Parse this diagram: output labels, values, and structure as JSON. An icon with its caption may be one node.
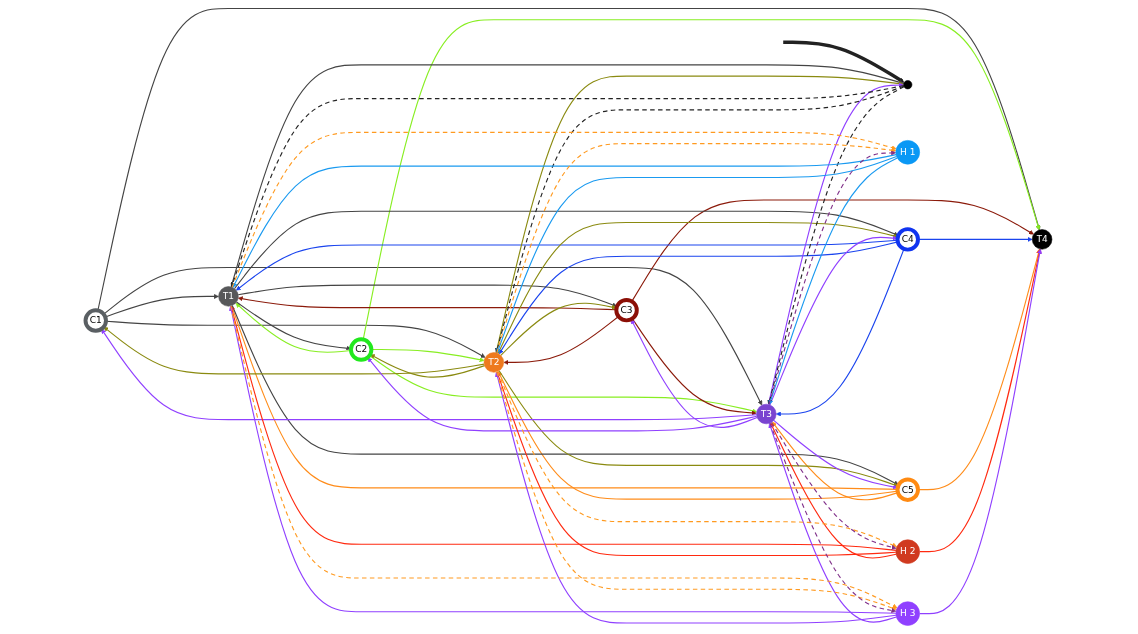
{
  "diagram": {
    "nodes": [
      {
        "text": [
          "C1"
        ]
      },
      {
        "text": [
          "C2"
        ]
      },
      {
        "text": [
          "C3"
        ]
      },
      {
        "text": [
          "C4"
        ]
      },
      {
        "text": [
          "C5"
        ]
      },
      {
        "text": [],
        "shape": "circle"
      },
      {
        "text": [
          "T1"
        ]
      },
      {
        "text": [
          "T2"
        ]
      },
      {
        "text": [
          "T3"
        ]
      },
      {
        "text": [
          "T4"
        ]
      },
      {
        "text": [
          "H 1"
        ]
      },
      {
        "text": [
          "H 2"
        ]
      },
      {
        "text": [
          "H 3"
        ]
      }
    ],
    "edges": [
      {
        "from": null,
        "to": 5,
        "arrow": "to",
        "style": "thick",
        "color": "#222222"
      },
      {
        "from": 0,
        "to": 6,
        "arrow": "to",
        "color": "#444444"
      },
      {
        "from": 0,
        "to": 7,
        "arrow": "to",
        "color": "#444444"
      },
      {
        "from": 0,
        "to": 8,
        "arrow": "to",
        "color": "#444444"
      },
      {
        "from": 0,
        "to": 9,
        "arrow": "to",
        "color": "#444444"
      },
      {
        "from": 1,
        "to": 6,
        "arrow": "to",
        "color": "#88ee22"
      },
      {
        "from": 1,
        "to": 7,
        "arrow": "to",
        "color": "#88ee22"
      },
      {
        "from": 1,
        "to": 8,
        "arrow": "to",
        "color": "#88ee22"
      },
      {
        "from": 1,
        "to": 9,
        "arrow": "to",
        "color": "#88ee22"
      },
      {
        "from": 2,
        "to": 6,
        "arrow": "to",
        "color": "#8b1a0a"
      },
      {
        "from": 2,
        "to": 7,
        "arrow": "to",
        "color": "#8b1a0a"
      },
      {
        "from": 2,
        "to": 8,
        "arrow": "to",
        "color": "#8b1a0a"
      },
      {
        "from": 2,
        "to": 9,
        "arrow": "to",
        "color": "#8b1a0a"
      },
      {
        "from": 3,
        "to": 6,
        "arrow": "to",
        "color": "#1a44ee"
      },
      {
        "from": 3,
        "to": 7,
        "arrow": "to",
        "color": "#1a44ee"
      },
      {
        "from": 3,
        "to": 8,
        "arrow": "to",
        "color": "#1a44ee"
      },
      {
        "from": 3,
        "to": 9,
        "arrow": "to",
        "color": "#1a44ee"
      },
      {
        "from": 4,
        "to": 6,
        "arrow": "to",
        "color": "#ff8c1a"
      },
      {
        "from": 4,
        "to": 7,
        "arrow": "to",
        "color": "#ff8c1a"
      },
      {
        "from": 4,
        "to": 8,
        "arrow": "to",
        "color": "#ff8c1a"
      },
      {
        "from": 4,
        "to": 9,
        "arrow": "to",
        "color": "#ff8c1a"
      },
      {
        "from": 6,
        "to": 1,
        "arrow": "to",
        "color": "#444444"
      },
      {
        "from": 6,
        "to": 2,
        "arrow": "to",
        "color": "#444444"
      },
      {
        "from": 6,
        "to": 3,
        "arrow": "to",
        "color": "#444444"
      },
      {
        "from": 6,
        "to": 4,
        "arrow": "to",
        "color": "#444444"
      },
      {
        "from": 6,
        "to": 5,
        "arrow": "to",
        "color": "#444444"
      },
      {
        "from": 7,
        "to": 0,
        "arrow": "to",
        "color": "#8a8a10"
      },
      {
        "from": 7,
        "to": 1,
        "arrow": "to",
        "color": "#8a8a10"
      },
      {
        "from": 7,
        "to": 2,
        "arrow": "to",
        "color": "#8a8a10"
      },
      {
        "from": 7,
        "to": 3,
        "arrow": "to",
        "color": "#8a8a10"
      },
      {
        "from": 7,
        "to": 4,
        "arrow": "to",
        "color": "#8a8a10"
      },
      {
        "from": 7,
        "to": 5,
        "arrow": "to",
        "color": "#8a8a10"
      },
      {
        "from": 8,
        "to": 0,
        "arrow": "to",
        "color": "#9040ff"
      },
      {
        "from": 8,
        "to": 1,
        "arrow": "to",
        "color": "#9040ff"
      },
      {
        "from": 8,
        "to": 2,
        "arrow": "to",
        "color": "#9040ff"
      },
      {
        "from": 8,
        "to": 3,
        "arrow": "to",
        "color": "#9040ff"
      },
      {
        "from": 8,
        "to": 4,
        "arrow": "to",
        "color": "#9040ff"
      },
      {
        "from": 8,
        "to": 5,
        "arrow": "to",
        "color": "#9040ff"
      },
      {
        "from": 5,
        "to": 6,
        "arrow": "to",
        "style": "dashed",
        "color": "#222222"
      },
      {
        "from": 5,
        "to": 7,
        "arrow": "to",
        "style": "dashed",
        "color": "#222222"
      },
      {
        "from": 5,
        "to": 8,
        "arrow": "to",
        "style": "dashed",
        "color": "#222222"
      },
      {
        "from": 10,
        "to": 6,
        "arrow": "to",
        "color": "#1a9af0"
      },
      {
        "from": 10,
        "to": 7,
        "arrow": "to",
        "color": "#1a9af0"
      },
      {
        "from": 10,
        "to": 8,
        "arrow": "to",
        "color": "#1a9af0"
      },
      {
        "from": 11,
        "to": 6,
        "arrow": "to",
        "color": "#ff2a10"
      },
      {
        "from": 11,
        "to": 7,
        "arrow": "to",
        "color": "#ff2a10"
      },
      {
        "from": 11,
        "to": 8,
        "arrow": "to",
        "color": "#ff2a10"
      },
      {
        "from": 11,
        "to": 9,
        "arrow": "to",
        "color": "#ff2a10"
      },
      {
        "from": 12,
        "to": 6,
        "arrow": "to",
        "color": "#9040ff"
      },
      {
        "from": 12,
        "to": 7,
        "arrow": "to",
        "color": "#9040ff"
      },
      {
        "from": 12,
        "to": 8,
        "arrow": "to",
        "color": "#9040ff"
      },
      {
        "from": 12,
        "to": 9,
        "arrow": "to",
        "color": "#9040ff"
      },
      {
        "from": 6,
        "to": 10,
        "arrow": "to",
        "style": "dashed",
        "color": "#ff9a20"
      },
      {
        "from": 6,
        "to": 12,
        "arrow": "to",
        "style": "dashed",
        "color": "#ff9a20"
      },
      {
        "from": 7,
        "to": 10,
        "arrow": "to",
        "style": "dashed",
        "color": "#ff9a20"
      },
      {
        "from": 7,
        "to": 11,
        "arrow": "to",
        "style": "dashed",
        "color": "#ff9a20"
      },
      {
        "from": 7,
        "to": 12,
        "arrow": "to",
        "style": "dashed",
        "color": "#ff9a20"
      },
      {
        "from": 8,
        "to": 10,
        "arrow": "to",
        "style": "dashed",
        "color": "#80308a"
      },
      {
        "from": 8,
        "to": 11,
        "arrow": "to",
        "style": "dashed",
        "color": "#80308a"
      },
      {
        "from": 8,
        "to": 12,
        "arrow": "to",
        "style": "dashed",
        "color": "#80308a"
      }
    ]
  }
}
